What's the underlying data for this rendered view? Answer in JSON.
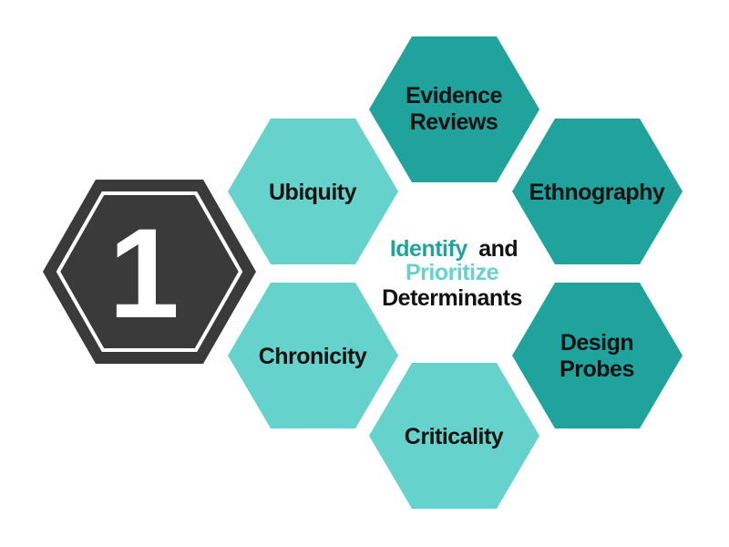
{
  "step": {
    "number": "1"
  },
  "center": {
    "word1": "Identify",
    "word2": "and",
    "word3": "Prioritize",
    "word4": "Determinants"
  },
  "hexagons": {
    "evidence_reviews": {
      "line1": "Evidence",
      "line2": "Reviews"
    },
    "ethnography": {
      "line1": "Ethnography"
    },
    "design_probes": {
      "line1": "Design",
      "line2": "Probes"
    },
    "criticality": {
      "line1": "Criticality"
    },
    "chronicity": {
      "line1": "Chronicity"
    },
    "ubiquity": {
      "line1": "Ubiquity"
    }
  },
  "colors": {
    "dark_teal": "#21a39d",
    "light_teal": "#65d2cb",
    "step_hex": "#3a3a3a",
    "accent_identify": "#21a39d",
    "accent_prioritize": "#65d2cb",
    "text": "#111111"
  }
}
